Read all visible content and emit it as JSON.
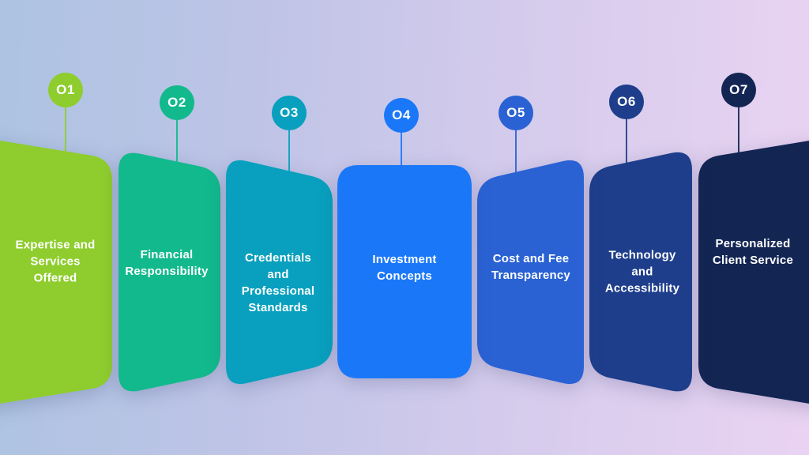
{
  "background": {
    "gradient_start": "#adc3e2",
    "gradient_end": "#ead3f2"
  },
  "text_color": "#ffffff",
  "panels": [
    {
      "badge": "O1",
      "label": "Expertise and\nServices\nOffered",
      "color": "#8ecd2d"
    },
    {
      "badge": "O2",
      "label": "Financial\nResponsibility",
      "color": "#12b98c"
    },
    {
      "badge": "O3",
      "label": "Credentials\nand\nProfessional\nStandards",
      "color": "#08a0be"
    },
    {
      "badge": "O4",
      "label": "Investment\nConcepts",
      "color": "#1a78f8"
    },
    {
      "badge": "O5",
      "label": "Cost and Fee\nTransparency",
      "color": "#2a62d4"
    },
    {
      "badge": "O6",
      "label": "Technology\nand\nAccessibility",
      "color": "#1e3e8c"
    },
    {
      "badge": "O7",
      "label": "Personalized\nClient Service",
      "color": "#132553"
    }
  ]
}
